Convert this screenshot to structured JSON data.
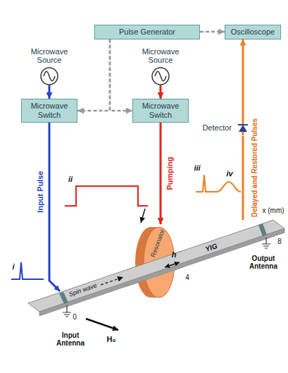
{
  "diagram": {
    "nodes": [
      {
        "text": [
          "Pulse Generator"
        ]
      },
      {
        "text": [
          "Oscilloscope"
        ]
      },
      {
        "text": [
          "Microwave Source"
        ]
      },
      {
        "text": [
          "Microwave Source"
        ]
      },
      {
        "text": [
          "Microwave Switch"
        ]
      },
      {
        "text": [
          "Microwave Switch"
        ]
      },
      {
        "text": [
          "Detector"
        ]
      },
      {
        "text": [
          "Resonator"
        ]
      }
    ],
    "edges": [
      {
        "from": 0,
        "to": 1,
        "arrow": "to"
      },
      {
        "from": 0,
        "to": 4,
        "arrow": "to"
      },
      {
        "from": 0,
        "to": 5,
        "arrow": "to"
      },
      {
        "from": 2,
        "to": 4,
        "arrow": "to"
      },
      {
        "from": 3,
        "to": 5,
        "arrow": "to"
      },
      {
        "from": 5,
        "to": 7,
        "label": "Pumping",
        "arrow": "to"
      },
      {
        "from": 6,
        "to": 1,
        "arrow": "to"
      }
    ],
    "labels": [
      "Input Pulse",
      "Delayed and Restored Pulses",
      "i",
      "ii",
      "iii",
      "iv",
      "Spin wave",
      "h",
      "YIG",
      "x (mm)",
      "0",
      "4",
      "8",
      "Input Antenna",
      "Output Antenna",
      "H₀"
    ]
  }
}
